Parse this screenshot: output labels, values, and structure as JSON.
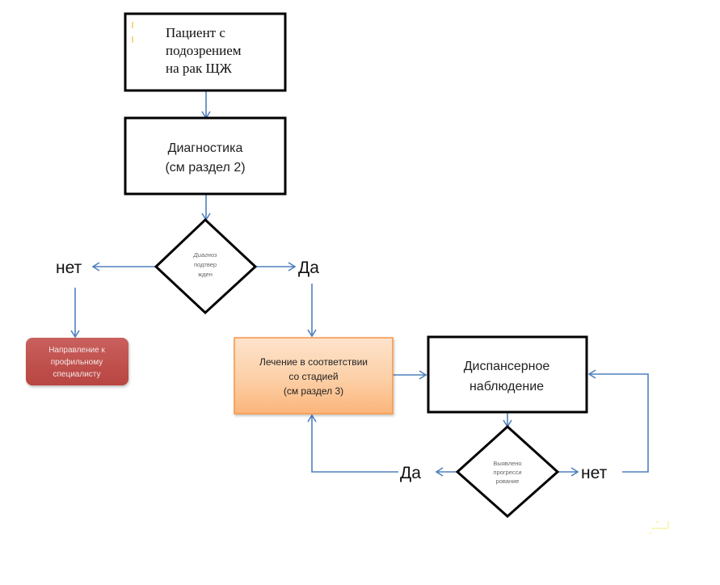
{
  "diagram": {
    "nodes": {
      "patient": {
        "lines": [
          "Пациент с",
          "подозрением",
          "на рак ЩЖ"
        ]
      },
      "diagnostics": {
        "lines": [
          "Диагностика",
          "(см раздел 2)"
        ]
      },
      "diagnosis_confirmed": {
        "lines": [
          "Диагноз",
          "подтвер",
          "жден"
        ]
      },
      "referral": {
        "lines": [
          "Направление к",
          "профильному",
          "специалисту"
        ]
      },
      "treatment": {
        "lines": [
          "Лечение в соответствии",
          "со стадией",
          "(см раздел 3)"
        ]
      },
      "follow_up": {
        "lines": [
          "Диспансерное",
          "наблюдение"
        ]
      },
      "progression_detected": {
        "lines": [
          "Выявлено",
          "прогресси",
          "рование"
        ]
      }
    },
    "edge_labels": {
      "confirmed_no": "нет",
      "confirmed_yes": "Да",
      "progression_yes": "Да",
      "progression_no": "нет"
    },
    "colors": {
      "arrow": "#4f81bd",
      "box_border": "#000000",
      "referral_fill": "#c0504d",
      "treatment_fill": "#fbc08f",
      "treatment_border": "#f79646"
    }
  }
}
